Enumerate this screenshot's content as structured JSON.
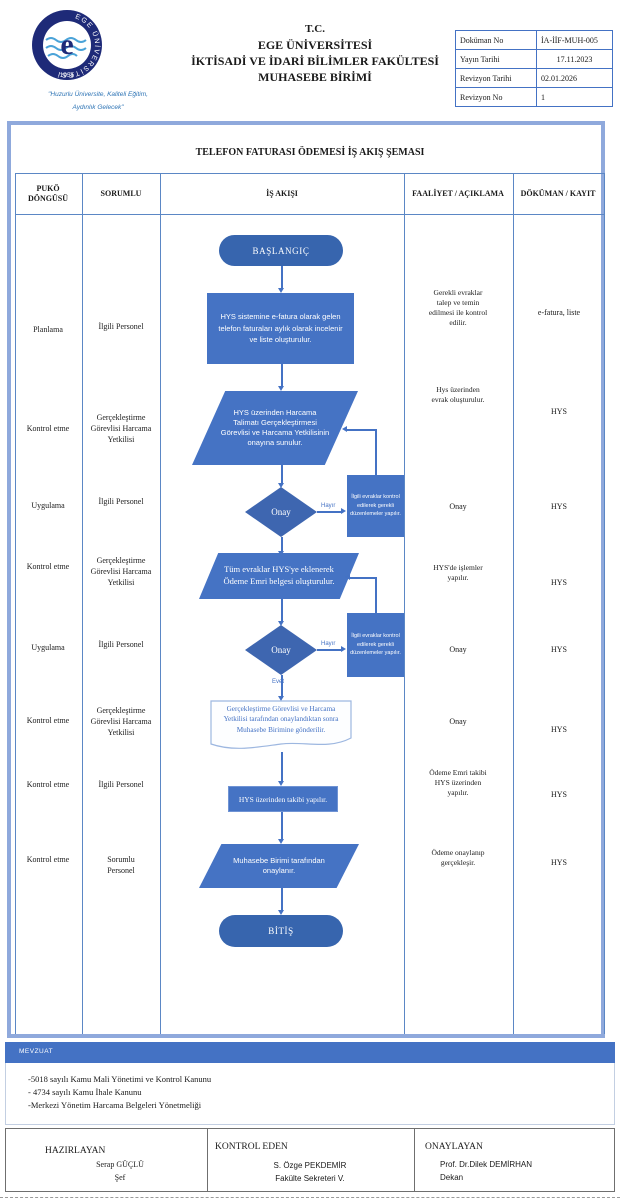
{
  "header": {
    "tc": "T.C.",
    "university": "EGE ÜNİVERSİTESİ",
    "faculty": "İKTİSADİ VE İDARİ BİLİMLER FAKÜLTESİ",
    "unit": "MUHASEBE BİRİMİ",
    "slogan_line1": "\"Huzurlu Üniversite, Kaliteli Eğitim,",
    "slogan_line2": "Aydınlık Gelecek\"",
    "logo": {
      "ring_text": "EGE ÜNİVERSİTESİ",
      "letter": "e",
      "year": "1955"
    },
    "doc_table": {
      "rows": [
        {
          "label": "Doküman No",
          "value": "İA-İİF-MUH-005"
        },
        {
          "label": "Yayın Tarihi",
          "value": "17.11.2023"
        },
        {
          "label": "Revizyon Tarihi",
          "value": "02.01.2026"
        },
        {
          "label": "Revizyon No",
          "value": "1"
        }
      ]
    }
  },
  "flow": {
    "title": "TELEFON FATURASI ÖDEMESİ İŞ AKIŞ ŞEMASI",
    "columns": [
      "PUKÖ DÖNGÜSÜ",
      "SORUMLU",
      "İŞ AKIŞI",
      "FAALİYET / AÇIKLAMA",
      "DÖKÜMAN / KAYIT"
    ],
    "rows": [
      {
        "puko": "Planlama",
        "sorumlu": "İlgili Personel",
        "faaliyet": "Gerekli evraklar talep ve temin edilmesi ile kontrol edilir.",
        "dokuman": "e-fatura, liste"
      },
      {
        "puko": "Kontrol etme",
        "sorumlu": "Gerçekleştirme Görevlisi Harcama Yetkilisi",
        "faaliyet": "Hys üzerinden evrak oluşturulur.",
        "dokuman": "HYS"
      },
      {
        "puko": "Uygulama",
        "sorumlu": "İlgili Personel",
        "faaliyet": "Onay",
        "dokuman": "HYS"
      },
      {
        "puko": "Kontrol etme",
        "sorumlu": "Gerçekleştirme Görevlisi Harcama Yetkilisi",
        "faaliyet": "HYS'de işlemler yapılır.",
        "dokuman": "HYS"
      },
      {
        "puko": "Uygulama",
        "sorumlu": "İlgili Personel",
        "faaliyet": "Onay",
        "dokuman": "HYS"
      },
      {
        "puko": "Kontrol etme",
        "sorumlu": "Gerçekleştirme Görevlisi Harcama Yetkilisi",
        "faaliyet": "Onay",
        "dokuman": "HYS"
      },
      {
        "puko": "Kontrol etme",
        "sorumlu": "İlgili Personel",
        "faaliyet": "Ödeme Emri takibi HYS üzerinden yapılır.",
        "dokuman": "HYS"
      },
      {
        "puko": "Kontrol etme",
        "sorumlu": "Sorumlu Personel",
        "faaliyet": "Ödeme onaylanıp gerçekleşir.",
        "dokuman": "HYS"
      }
    ],
    "shapes": {
      "start": "BAŞLANGIÇ",
      "step1": "HYS sistemine e-fatura olarak gelen telefon faturaları aylık olarak incelenir ve liste oluşturulur.",
      "step2": "HYS üzerinden  Harcama Talimatı Gerçekleştirmesi Görevlisi ve Harcama Yetkilisinin onayına sunulur.",
      "decision1": "Onay",
      "feedback": "İlgili evraklar kontrol edilerek gerekli düzenlemeler yapılır.",
      "step3": "Tüm evraklar HYS'ye eklenerek Ödeme Emri belgesi oluşturulur.",
      "decision2": "Onay",
      "step4": "Gerçekleştirme Görevlisi ve Harcama Yetkilisi tarafından onaylandıktan sonra Muhasebe Birimine gönderilir.",
      "step5": "HYS üzerinden takibi yapılır.",
      "step6": "Muhasebe Birimi tarafından onaylanır.",
      "end": "BİTİŞ",
      "label_no": "Hayır",
      "label_yes": "Evet"
    }
  },
  "mevzuat": {
    "title": "MEVZUAT",
    "items": [
      "-5018 sayılı Kamu Mali Yönetimi ve Kontrol Kanunu",
      "- 4734 sayılı Kamu İhale Kanunu",
      "-Merkezi Yönetim Harcama Belgeleri Yönetmeliği"
    ]
  },
  "footer": {
    "hazirlayan": {
      "title": "HAZIRLAYAN",
      "name": "Serap GÜÇLÜ",
      "role": "Şef"
    },
    "kontrol": {
      "title": "KONTROL EDEN",
      "name": "S. Özge PEKDEMİR",
      "role": "Fakülte Sekreteri V."
    },
    "onaylayan": {
      "title": "ONAYLAYAN",
      "name": "Prof. Dr.Dilek DEMİRHAN",
      "role": "Dekan"
    }
  }
}
